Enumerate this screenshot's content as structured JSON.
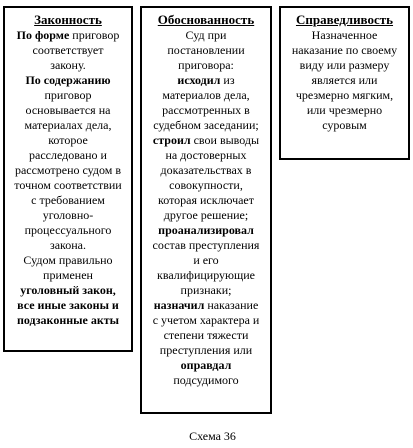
{
  "boxes": [
    {
      "title": "Законность",
      "lines": [
        [
          {
            "t": "По форме",
            "b": true
          },
          {
            "t": " приговор",
            "b": false
          }
        ],
        [
          {
            "t": "соответствует",
            "b": false
          }
        ],
        [
          {
            "t": "закону.",
            "b": false
          }
        ],
        [
          {
            "t": "По содержанию",
            "b": true
          }
        ],
        [
          {
            "t": "приговор",
            "b": false
          }
        ],
        [
          {
            "t": "основывается на",
            "b": false
          }
        ],
        [
          {
            "t": "материалах дела,",
            "b": false
          }
        ],
        [
          {
            "t": "которое",
            "b": false
          }
        ],
        [
          {
            "t": "расследовано и",
            "b": false
          }
        ],
        [
          {
            "t": "рассмотрено судом в",
            "b": false
          }
        ],
        [
          {
            "t": "точном соответствии",
            "b": false
          }
        ],
        [
          {
            "t": "с требованием",
            "b": false
          }
        ],
        [
          {
            "t": "уголовно-",
            "b": false
          }
        ],
        [
          {
            "t": "процессуального",
            "b": false
          }
        ],
        [
          {
            "t": "закона.",
            "b": false
          }
        ],
        [
          {
            "t": "Судом правильно",
            "b": false
          }
        ],
        [
          {
            "t": "применен",
            "b": false
          }
        ],
        [
          {
            "t": "уголовный закон,",
            "b": true
          }
        ],
        [
          {
            "t": "все иные законы и",
            "b": true
          }
        ],
        [
          {
            "t": "подзаконные акты",
            "b": true
          }
        ]
      ]
    },
    {
      "title": "Обоснованность",
      "lines": [
        [
          {
            "t": "Суд при",
            "b": false
          }
        ],
        [
          {
            "t": "постановлении",
            "b": false
          }
        ],
        [
          {
            "t": "приговора:",
            "b": false
          }
        ],
        [
          {
            "t": "исходил",
            "b": true
          },
          {
            "t": " из",
            "b": false
          }
        ],
        [
          {
            "t": "материалов дела,",
            "b": false
          }
        ],
        [
          {
            "t": "рассмотренных в",
            "b": false
          }
        ],
        [
          {
            "t": "судебном заседании;",
            "b": false
          }
        ],
        [
          {
            "t": "строил",
            "b": true
          },
          {
            "t": " свои выводы",
            "b": false
          }
        ],
        [
          {
            "t": "на достоверных",
            "b": false
          }
        ],
        [
          {
            "t": "доказательствах в",
            "b": false
          }
        ],
        [
          {
            "t": "совокупности,",
            "b": false
          }
        ],
        [
          {
            "t": "которая исключает",
            "b": false
          }
        ],
        [
          {
            "t": "другое решение;",
            "b": false
          }
        ],
        [
          {
            "t": "проанализировал",
            "b": true
          }
        ],
        [
          {
            "t": "состав преступления",
            "b": false
          }
        ],
        [
          {
            "t": "и его",
            "b": false
          }
        ],
        [
          {
            "t": "квалифицирующие",
            "b": false
          }
        ],
        [
          {
            "t": "признаки;",
            "b": false
          }
        ],
        [
          {
            "t": "назначил",
            "b": true
          },
          {
            "t": " наказание",
            "b": false
          }
        ],
        [
          {
            "t": "с учетом характера и",
            "b": false
          }
        ],
        [
          {
            "t": "степени тяжести",
            "b": false
          }
        ],
        [
          {
            "t": "преступления или",
            "b": false
          }
        ],
        [
          {
            "t": "оправдал",
            "b": true
          }
        ],
        [
          {
            "t": "подсудимого",
            "b": false
          }
        ]
      ]
    },
    {
      "title": "Справедливость",
      "lines": [
        [
          {
            "t": "Назначенное",
            "b": false
          }
        ],
        [
          {
            "t": "наказание по своему",
            "b": false
          }
        ],
        [
          {
            "t": "виду или размеру",
            "b": false
          }
        ],
        [
          {
            "t": "является или",
            "b": false
          }
        ],
        [
          {
            "t": "чрезмерно мягким,",
            "b": false
          }
        ],
        [
          {
            "t": "или чрезмерно",
            "b": false
          }
        ],
        [
          {
            "t": "суровым",
            "b": false
          }
        ]
      ]
    }
  ],
  "caption": "Схема 36"
}
